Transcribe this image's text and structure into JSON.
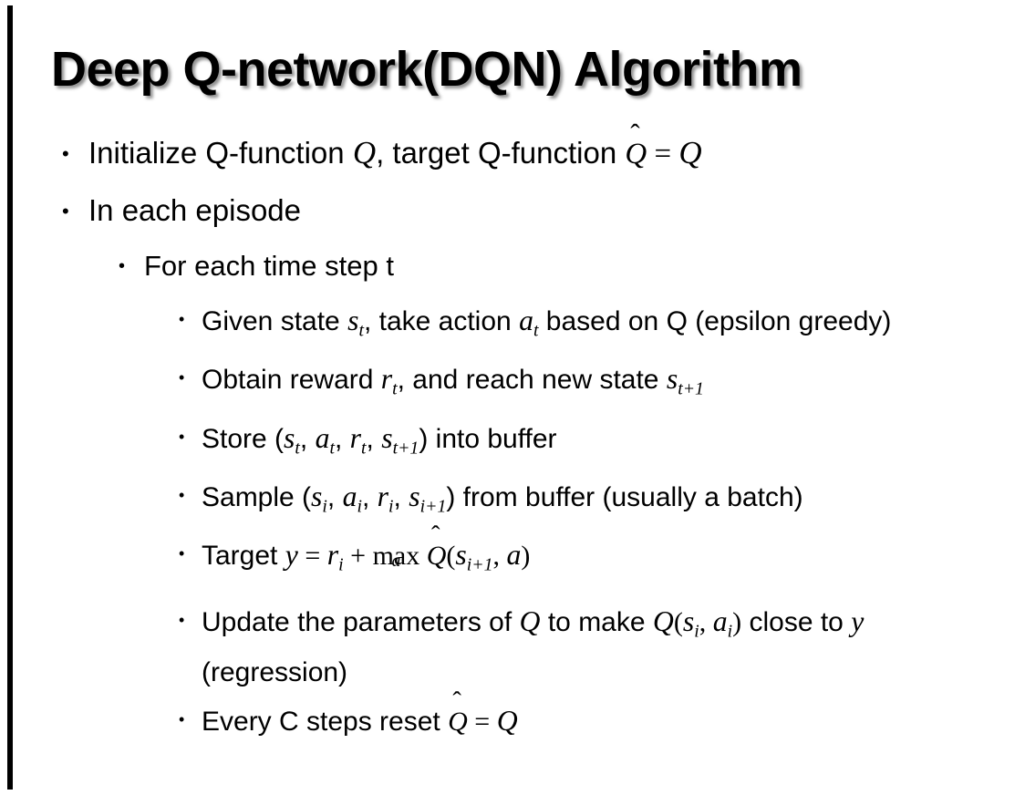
{
  "slide": {
    "title": "Deep Q-network(DQN) Algorithm",
    "background_color": "#ffffff",
    "text_color": "#000000",
    "accent_rule_color": "#000000",
    "bullet_glyph": "•"
  },
  "content": {
    "b1": {
      "level": 1,
      "text_before": "Initialize Q-function ",
      "var_q1": "Q",
      "text_mid": ", target Q-function ",
      "qhat": "Q",
      "hat_mark": "̂",
      "equals": "=",
      "var_q2": "Q",
      "plain": "Initialize Q-function Q, target Q-function Q̂ = Q"
    },
    "b2": {
      "level": 1,
      "text": "In each episode"
    },
    "b3": {
      "level": 2,
      "text": "For each time step t"
    },
    "b4": {
      "level": 3,
      "seg1": "Given state ",
      "s": "s",
      "s_sub": "t",
      "seg2": ", take action ",
      "a": "a",
      "a_sub": "t",
      "seg3": " based on Q (epsilon greedy)",
      "plain": "Given state sₜ, take action aₜ based on Q (epsilon greedy)"
    },
    "b5": {
      "level": 3,
      "seg1": "Obtain reward ",
      "r": "r",
      "r_sub": "t",
      "seg2": ", and reach new state ",
      "s": "s",
      "s_sub": "t+1",
      "plain": "Obtain reward rₜ, and reach new state sₜ₊₁"
    },
    "b6": {
      "level": 3,
      "seg1": "Store (",
      "v1": "s",
      "v1_sub": "t",
      "sep1": ", ",
      "v2": "a",
      "v2_sub": "t",
      "sep2": ", ",
      "v3": "r",
      "v3_sub": "t",
      "sep3": ", ",
      "v4": "s",
      "v4_sub": "t+1",
      "seg2": ") into buffer",
      "plain": "Store (sₜ, aₜ, rₜ, sₜ₊₁) into buffer"
    },
    "b7": {
      "level": 3,
      "seg1": "Sample (",
      "v1": "s",
      "v1_sub": "i",
      "sep1": ", ",
      "v2": "a",
      "v2_sub": "i",
      "sep2": ", ",
      "v3": "r",
      "v3_sub": "i",
      "sep3": ", ",
      "v4": "s",
      "v4_sub": "i+1",
      "seg2": ") from buffer (usually a batch)",
      "plain": "Sample (sᵢ, aᵢ, rᵢ, sᵢ₊₁) from buffer (usually a batch)"
    },
    "b8": {
      "level": 3,
      "seg1": "Target ",
      "y": "y",
      "equals": "=",
      "r": "r",
      "r_sub": "i",
      "plus": "+",
      "op": "max",
      "op_sub": "a",
      "qhat": "Q",
      "hat_mark": "̂",
      "paren_open": "(",
      "s": "s",
      "s_sub": "i+1",
      "comma": ", ",
      "a": "a",
      "paren_close": ")",
      "plain": "Target y = rᵢ + maxₐ Q̂(sᵢ₊₁, a)"
    },
    "b9": {
      "level": 3,
      "seg1": "Update the parameters of ",
      "q1": "Q",
      "seg2": " to make ",
      "q2": "Q",
      "paren_open": "(",
      "s": "s",
      "s_sub": "i",
      "comma": ", ",
      "a": "a",
      "a_sub": "i",
      "paren_close": ")",
      "seg3": " close to ",
      "y": "y",
      "seg4": " (regression)",
      "plain": "Update the parameters of Q to make Q(sᵢ, aᵢ) close to y (regression)"
    },
    "b10": {
      "level": 3,
      "seg1": "Every C steps reset ",
      "qhat": "Q",
      "hat_mark": "̂",
      "equals": "=",
      "q": "Q",
      "plain": "Every C steps reset Q̂ = Q"
    }
  }
}
